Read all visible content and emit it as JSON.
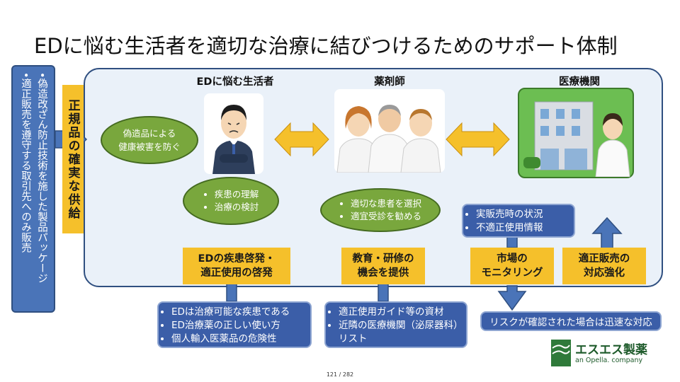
{
  "title": "EDに悩む生活者を適切な治療に結びつけるためのサポート体制",
  "left_box": {
    "items": [
      "偽造改ざん防止技術を施した製品パッケージ",
      "適正販売を遵守する取引先へのみ販売"
    ]
  },
  "supply_label": "正規品の確実な供給",
  "headers": {
    "consumer": "EDに悩む生活者",
    "pharmacist": "薬剤師",
    "medical": "医療機関"
  },
  "counterfeit_oval": {
    "line1": "偽造品による",
    "line2": "健康被害を防ぐ"
  },
  "consumer_oval": {
    "items": [
      "疾患の理解",
      "治療の検討"
    ]
  },
  "pharmacist_oval": {
    "items": [
      "適切な患者を選択",
      "適宜受診を勧める"
    ]
  },
  "market_info": {
    "items": [
      "実販売時の状況",
      "不適正使用情報"
    ]
  },
  "gold_boxes": {
    "awareness": {
      "line1": "EDの疾患啓発・",
      "line2": "適正使用の啓発"
    },
    "education": {
      "line1": "教育・研修の",
      "line2": "機会を提供"
    },
    "monitoring": {
      "line1": "市場の",
      "line2": "モニタリング"
    },
    "strengthen": {
      "line1": "適正販売の",
      "line2": "対応強化"
    }
  },
  "bottom_boxes": {
    "awareness": {
      "items": [
        "EDは治療可能な疾患である",
        "ED治療薬の正しい使い方",
        "個人輸入医薬品の危険性"
      ]
    },
    "education": {
      "items": [
        "適正使用ガイド等の資材",
        "近隣の医療機関（泌尿器科）リスト"
      ]
    },
    "risk": "リスクが確認された場合は迅速な対応"
  },
  "logo": {
    "name": "エスエス製薬",
    "sub": "an Opella. company"
  },
  "page_number": "121 / 282",
  "colors": {
    "navy": "#2f4f80",
    "blue": "#3b5ea8",
    "gold": "#f5c02b",
    "green": "#79a73d",
    "panel": "#eaf1f9"
  }
}
